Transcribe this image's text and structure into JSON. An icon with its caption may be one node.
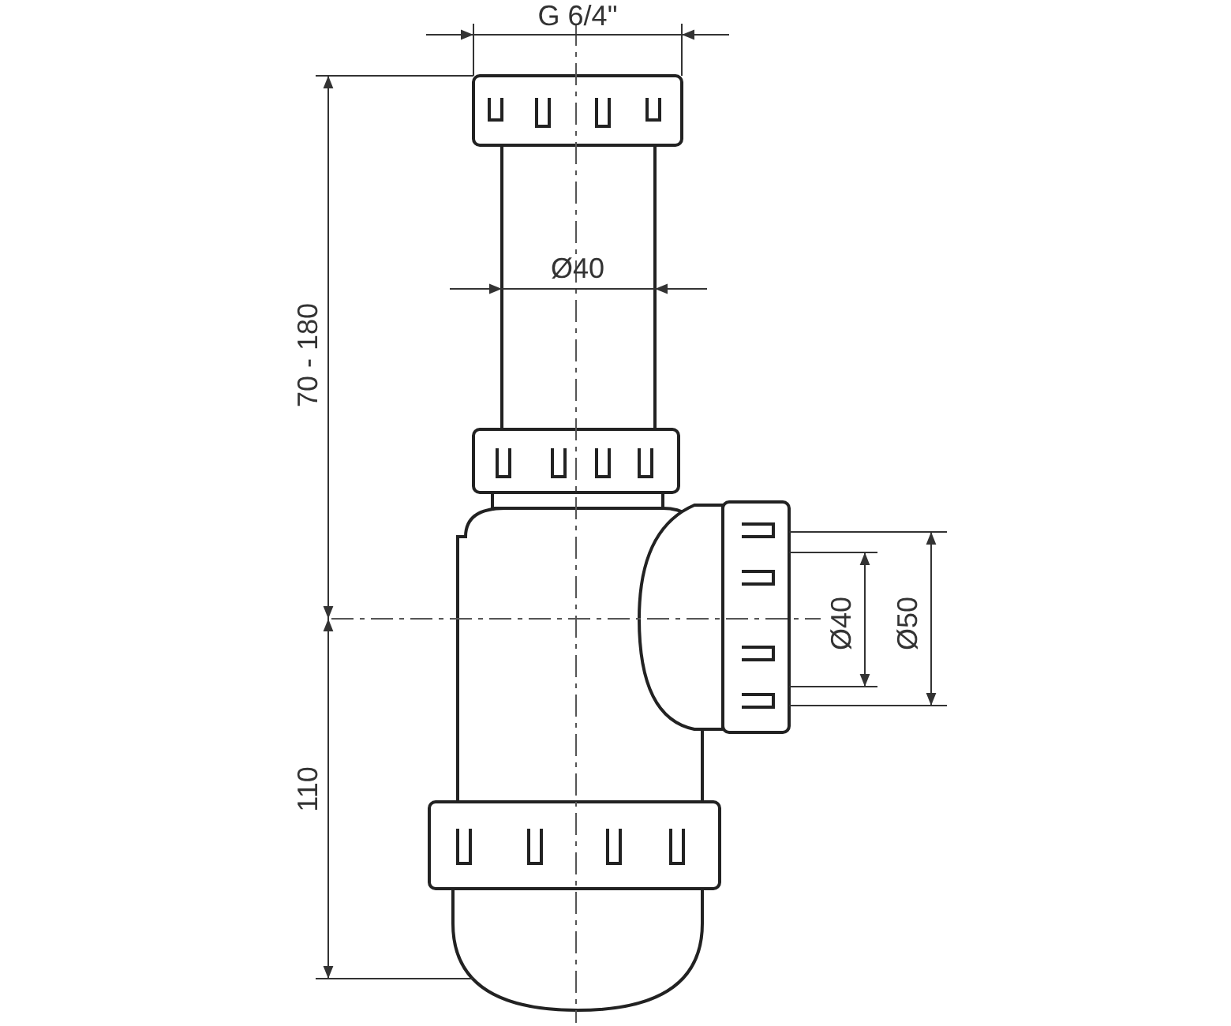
{
  "diagram": {
    "labels": [
      "G 6/4\"",
      "70 - 180",
      "Ø40",
      "Ø40",
      "Ø50",
      "110"
    ]
  }
}
